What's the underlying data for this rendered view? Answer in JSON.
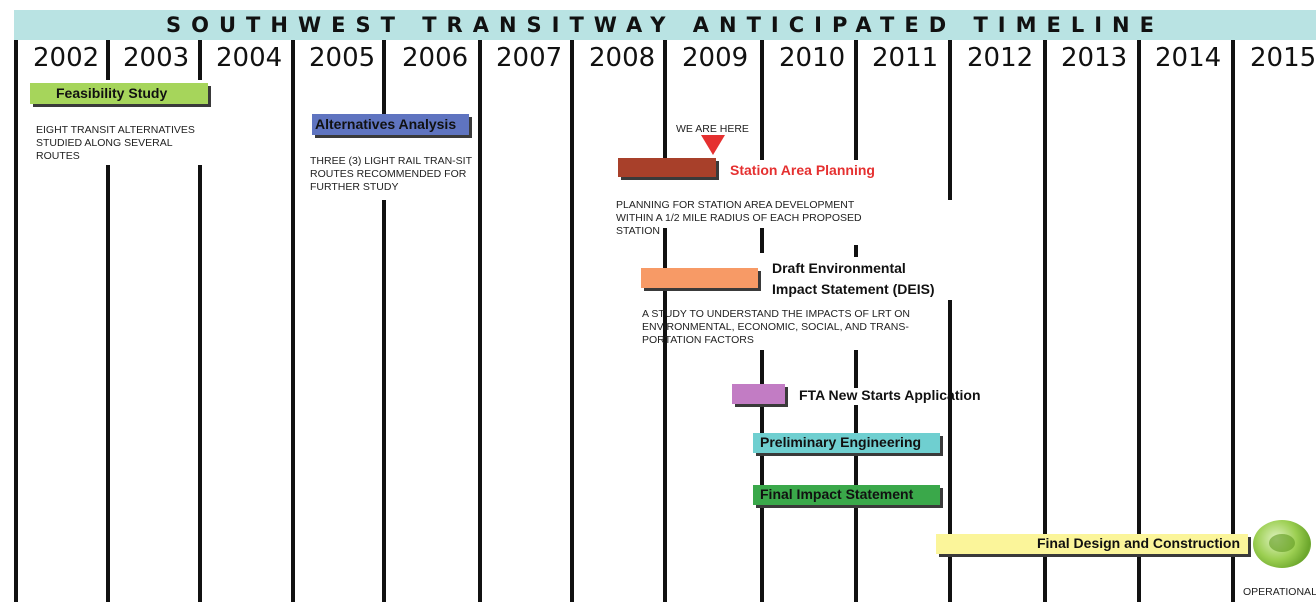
{
  "header": {
    "title": "SOUTHWEST TRANSITWAY ANTICIPATED TIMELINE"
  },
  "years": [
    "2002",
    "2003",
    "2004",
    "2005",
    "2006",
    "2007",
    "2008",
    "2009",
    "2010",
    "2011",
    "2012",
    "2013",
    "2014",
    "2015"
  ],
  "marker": {
    "label": "WE ARE HERE",
    "color": "#e53030"
  },
  "phases": {
    "feasibility": {
      "label": "Feasibility Study",
      "color": "#a6d55b",
      "description": "EIGHT TRANSIT ALTERNATIVES STUDIED ALONG SEVERAL ROUTES"
    },
    "alternatives": {
      "label": "Alternatives Analysis",
      "color": "#5f74c0",
      "description": "THREE (3) LIGHT RAIL TRAN-SIT ROUTES RECOMMENDED FOR FURTHER STUDY"
    },
    "station": {
      "label": "Station Area Planning",
      "color": "#a8402a",
      "label_color": "#e53030",
      "description": "PLANNING FOR STATION AREA DEVELOPMENT WITHIN A 1/2 MILE RADIUS OF EACH PROPOSED STATION"
    },
    "deis": {
      "label_line1": "Draft Environmental",
      "label_line2": "Impact Statement (DEIS)",
      "color": "#f79a66",
      "description": "A STUDY TO UNDERSTAND THE IMPACTS OF LRT ON ENVIRONMENTAL, ECONOMIC, SOCIAL, AND TRANS-PORTATION FACTORS"
    },
    "fta": {
      "label": "FTA New Starts Application",
      "color": "#c27cc4"
    },
    "preliminary": {
      "label": "Preliminary Engineering",
      "color": "#6fcfd0"
    },
    "final_impact": {
      "label": "Final Impact Statement",
      "color": "#3aa84a"
    },
    "final_design": {
      "label": "Final Design and Construction",
      "color": "#fbf59a"
    }
  },
  "operational": {
    "label": "OPERATIONAL"
  }
}
